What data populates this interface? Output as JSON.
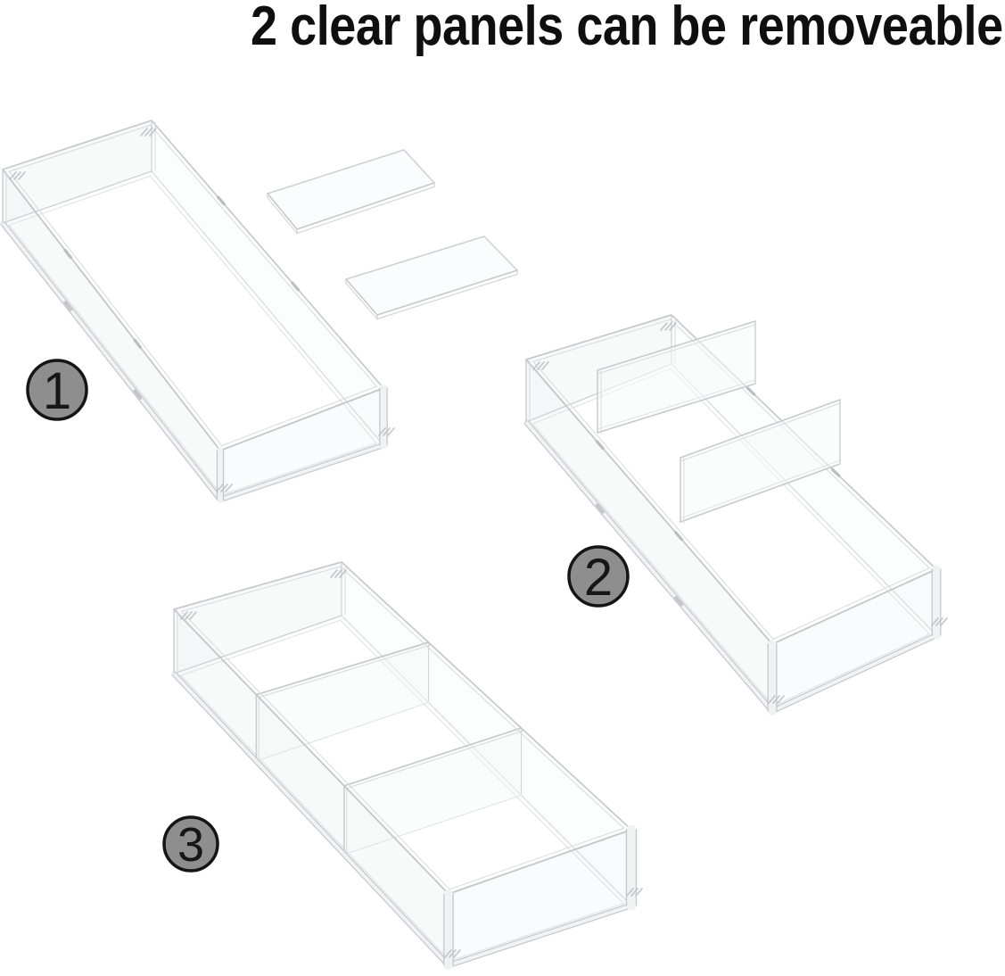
{
  "title": "2 clear panels can be removeable",
  "steps": [
    {
      "number": "1"
    },
    {
      "number": "2"
    },
    {
      "number": "3"
    }
  ],
  "colors": {
    "background": "#ffffff",
    "title_text": "#0f0f0f",
    "badge_fill": "#8e8e8e",
    "badge_border": "#151515",
    "line": "#c6c9cc"
  }
}
